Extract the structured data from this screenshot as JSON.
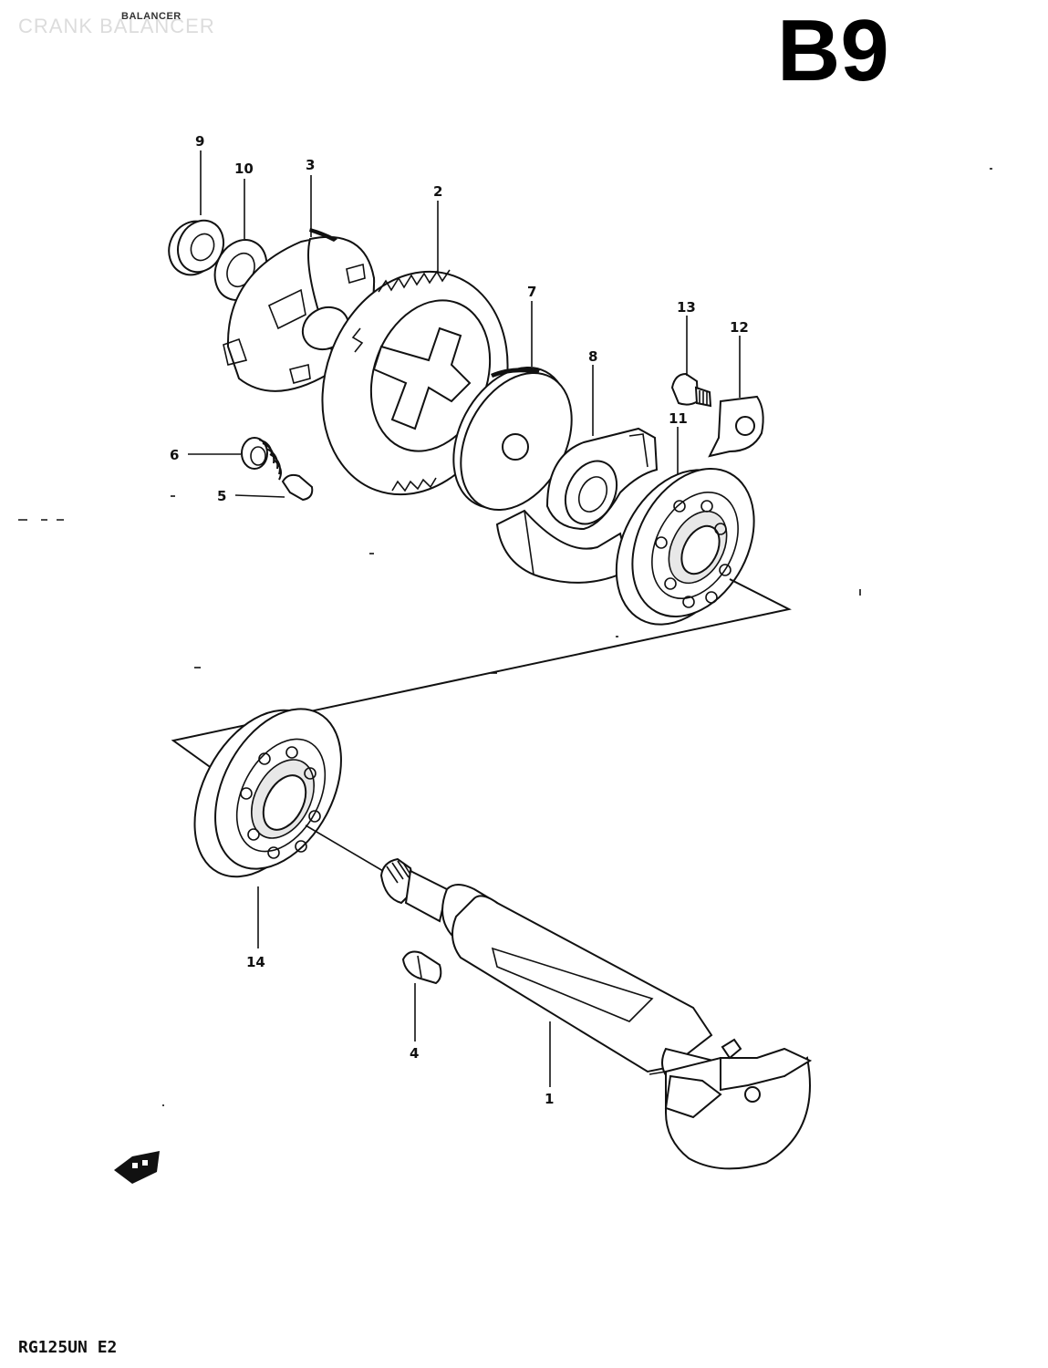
{
  "header": {
    "faint_title": "CRANK BALANCER",
    "small_title": "BALANCER",
    "page_code": "B9"
  },
  "footer": {
    "model_code": "RG125UN E2"
  },
  "callouts": [
    {
      "id": "c1",
      "number": "1"
    },
    {
      "id": "c2",
      "number": "2"
    },
    {
      "id": "c3",
      "number": "3"
    },
    {
      "id": "c4",
      "number": "4"
    },
    {
      "id": "c5",
      "number": "5"
    },
    {
      "id": "c6",
      "number": "6"
    },
    {
      "id": "c7",
      "number": "7"
    },
    {
      "id": "c8",
      "number": "8"
    },
    {
      "id": "c9",
      "number": "9"
    },
    {
      "id": "c10",
      "number": "10"
    },
    {
      "id": "c11",
      "number": "11"
    },
    {
      "id": "c12",
      "number": "12"
    },
    {
      "id": "c13",
      "number": "13"
    },
    {
      "id": "c14",
      "number": "14"
    }
  ],
  "icons": {
    "front_arrow": "front-direction-arrow-icon"
  }
}
